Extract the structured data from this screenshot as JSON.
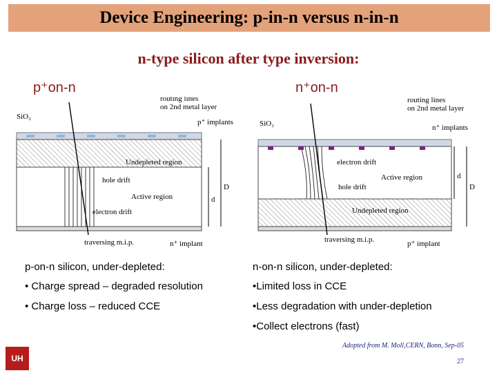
{
  "title": "Device Engineering: p-in-n versus n-in-n",
  "subtitle": "n-type silicon after type inversion:",
  "left": {
    "heading": "p⁺on-n",
    "diagram": {
      "sio2": "SiO₂",
      "routing": "routing lines",
      "metal": "on 2nd metal layer",
      "implants": "p⁺ implants",
      "undepleted": "Undepleted region",
      "hole_drift": "hole drift",
      "active": "Active region",
      "electron_drift": "electron drift",
      "d_small": "d",
      "D_big": "D",
      "traversing": "traversing m.i.p.",
      "n_implant": "n⁺ implant"
    },
    "caption": "p-on-n silicon, under-depleted:",
    "bullets": [
      "• Charge spread – degraded resolution",
      "• Charge loss – reduced CCE"
    ]
  },
  "right": {
    "heading": "n⁺on-n",
    "diagram": {
      "sio2": "SiO₂",
      "routing": "routing lines",
      "metal": "on 2nd metal layer",
      "implants": "n⁺ implants",
      "electron_drift": "electron drift",
      "active": "Active region",
      "hole_drift": "hole drift",
      "undepleted": "Undepleted region",
      "d_small": "d",
      "D_big": "D",
      "traversing": "traversing m.i.p.",
      "p_implant": "p⁺ implant"
    },
    "caption": "n-on-n silicon, under-depleted:",
    "bullets": [
      "•Limited loss in CCE",
      "•Less degradation with under-depletion",
      "•Collect electrons (fast)"
    ]
  },
  "credit": "Adopted from M. Moll,CERN, Bonn, Sep-05",
  "page": "27",
  "logo": "UH"
}
